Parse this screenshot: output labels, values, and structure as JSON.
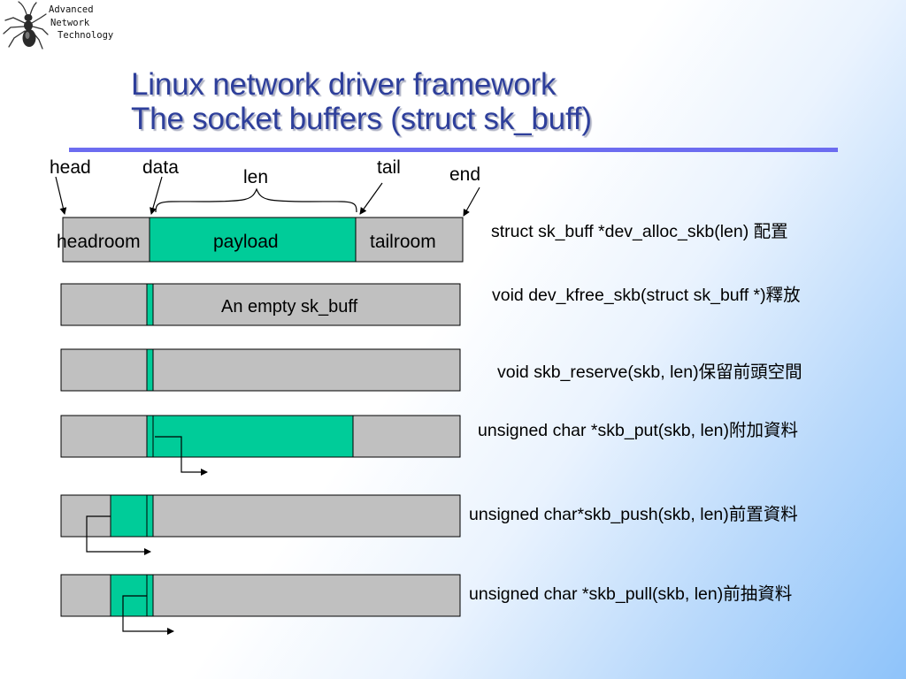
{
  "logo": {
    "lines": [
      "Advanced",
      "Network",
      "Technology"
    ],
    "icon": "ant-icon"
  },
  "title": {
    "line1": "Linux network driver framework",
    "line2": "The socket buffers (struct sk_buff)"
  },
  "diagram": {
    "pointers": {
      "head": "head",
      "data": "data",
      "len": "len",
      "tail": "tail",
      "end": "end"
    },
    "regions": {
      "headroom": "headroom",
      "payload": "payload",
      "tailroom": "tailroom"
    },
    "empty_label": "An empty sk_buff"
  },
  "functions": {
    "alloc": "struct sk_buff *dev_alloc_skb(len) 配置",
    "free": "void dev_kfree_skb(struct sk_buff *)釋放",
    "reserve": "void skb_reserve(skb, len)保留前頭空間",
    "put": "unsigned char *skb_put(skb, len)附加資料",
    "push": "unsigned char*skb_push(skb, len)前置資料",
    "pull": "unsigned char *skb_pull(skb, len)前抽資料"
  },
  "colors": {
    "title": "#2e3f9b",
    "rule": "#6c6cf0",
    "buffer_gray": "#c0c0c0",
    "payload_green": "#00cc99"
  }
}
